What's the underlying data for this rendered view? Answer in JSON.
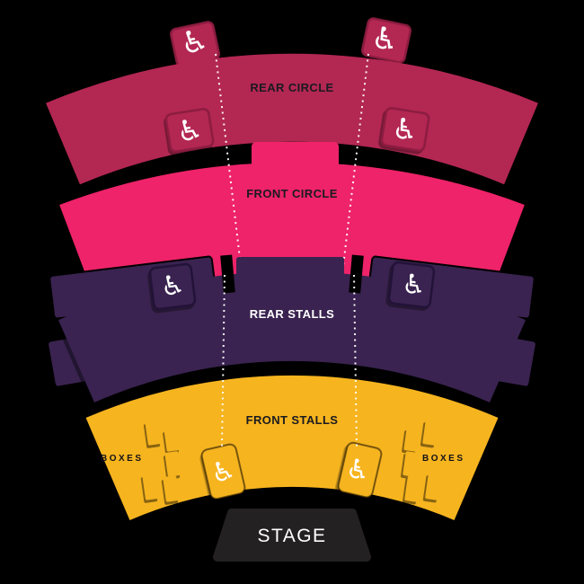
{
  "background": "#000000",
  "aisle_color": "#ffffff",
  "sections": {
    "rear_circle": {
      "label": "REAR CIRCLE",
      "color": "#b32753"
    },
    "front_circle": {
      "label": "FRONT CIRCLE",
      "color": "#ee2369"
    },
    "rear_stalls": {
      "label": "REAR STALLS",
      "color": "#3a2350"
    },
    "front_stalls": {
      "label": "FRONT STALLS",
      "color": "#f6b41f"
    }
  },
  "stage": {
    "label": "STAGE",
    "color": "#242122"
  },
  "side_boxes": {
    "left_label": "BOXES",
    "right_label": "BOXES",
    "color": "#f6b41f"
  },
  "icons": {
    "wheelchair_glyph": "♿"
  }
}
